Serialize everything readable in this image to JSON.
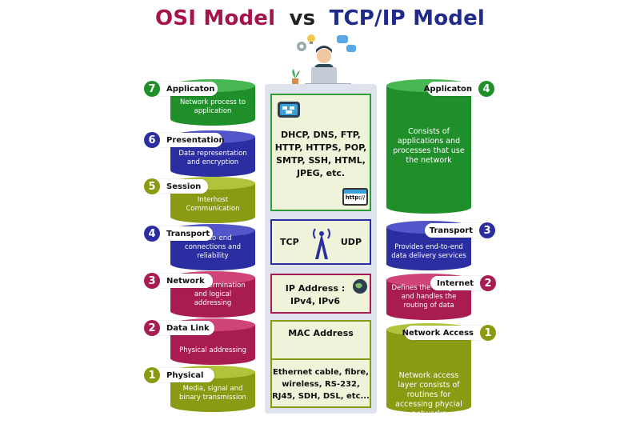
{
  "title": {
    "osi": "OSI Model",
    "vs": "vs",
    "tcp": "TCP/IP Model"
  },
  "colors": {
    "osi_title": "#a3154a",
    "tcp_title": "#1f2a8a",
    "green": "#1f8f2a",
    "blue": "#2a2ea0",
    "olive": "#8a9a12",
    "crimson": "#a81c52",
    "center_border_green": "#2f9e3a",
    "center_border_blue": "#2a2ea0",
    "center_border_crimson": "#a81c52",
    "center_border_olive": "#8a9a12"
  },
  "osi_layers": [
    {
      "num": "7",
      "name": "Applicaton",
      "desc": "Network process to application",
      "color": "#1f8f2a"
    },
    {
      "num": "6",
      "name": "Presentation",
      "desc": "Data representation and encryption",
      "color": "#2a2ea0"
    },
    {
      "num": "5",
      "name": "Session",
      "desc": "Interhost Communication",
      "color": "#8a9a12"
    },
    {
      "num": "4",
      "name": "Transport",
      "desc": "End-to-end connections and reliability",
      "color": "#2a2ea0"
    },
    {
      "num": "3",
      "name": "Network",
      "desc": "Path determination and logical addressing",
      "color": "#a81c52"
    },
    {
      "num": "2",
      "name": "Data Link",
      "desc": "Physical addressing",
      "color": "#a81c52"
    },
    {
      "num": "1",
      "name": "Physical",
      "desc": "Media, signal and binary transmission",
      "color": "#8a9a12"
    }
  ],
  "tcp_layers": [
    {
      "num": "4",
      "name": "Applicaton",
      "desc": "Consists of applications and processes that use the network",
      "color": "#1f8f2a"
    },
    {
      "num": "3",
      "name": "Transport",
      "desc": "Provides end-to-end data delivery services",
      "color": "#2a2ea0"
    },
    {
      "num": "2",
      "name": "Internet",
      "desc": "Defines the datagram and handles the routing of data",
      "color": "#a81c52"
    },
    {
      "num": "1",
      "name": "Network Access",
      "desc": "Network access layer consists of routines for accessing phycial networks",
      "color": "#8a9a12"
    }
  ],
  "center": {
    "app_protocols": [
      "DHCP, DNS, FTP,",
      "HTTP, HTTPS, POP,",
      "SMTP, SSH, HTML,",
      "JPEG, etc."
    ],
    "http_label": "http://",
    "tcp": "TCP",
    "udp": "UDP",
    "ip_line1": "IP Address :",
    "ip_line2": "IPv4, IPv6",
    "mac": "MAC Address",
    "physical_media": [
      "Ethernet cable, fibre,",
      "wireless, RS-232,",
      "RJ45, SDH, DSL, etc..."
    ]
  },
  "icons": [
    "person-laptop-icon",
    "gear-icon",
    "chat-icon",
    "lightbulb-icon",
    "plant-icon",
    "network-badge-icon",
    "browser-icon",
    "antenna-tower-icon",
    "globe-icon"
  ]
}
